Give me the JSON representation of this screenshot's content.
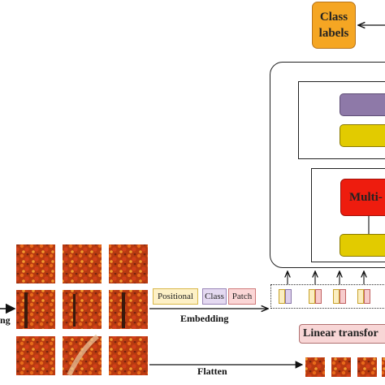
{
  "class_labels": "Class labels",
  "multi_head_label": "Multi-",
  "embedding_tags": {
    "positional": "Positional",
    "class": "Class",
    "patch": "Patch"
  },
  "embedding_label": "Embedding",
  "flatten_label": "Flatten",
  "linear_label": "Linear transfor",
  "left_partial_label": "ng",
  "colors": {
    "class_box": "#f5a623",
    "purple_norm": "#8e79a8",
    "yellow_mlp": "#e2cb00",
    "red_attention": "#ee1c0e",
    "positional_tag": "#fdf0c6",
    "class_tag": "#e4d9f1",
    "patch_tag": "#fbd6d6",
    "linear_box": "#f8d6d6"
  },
  "icons": [
    "autumn-forest-patch"
  ]
}
